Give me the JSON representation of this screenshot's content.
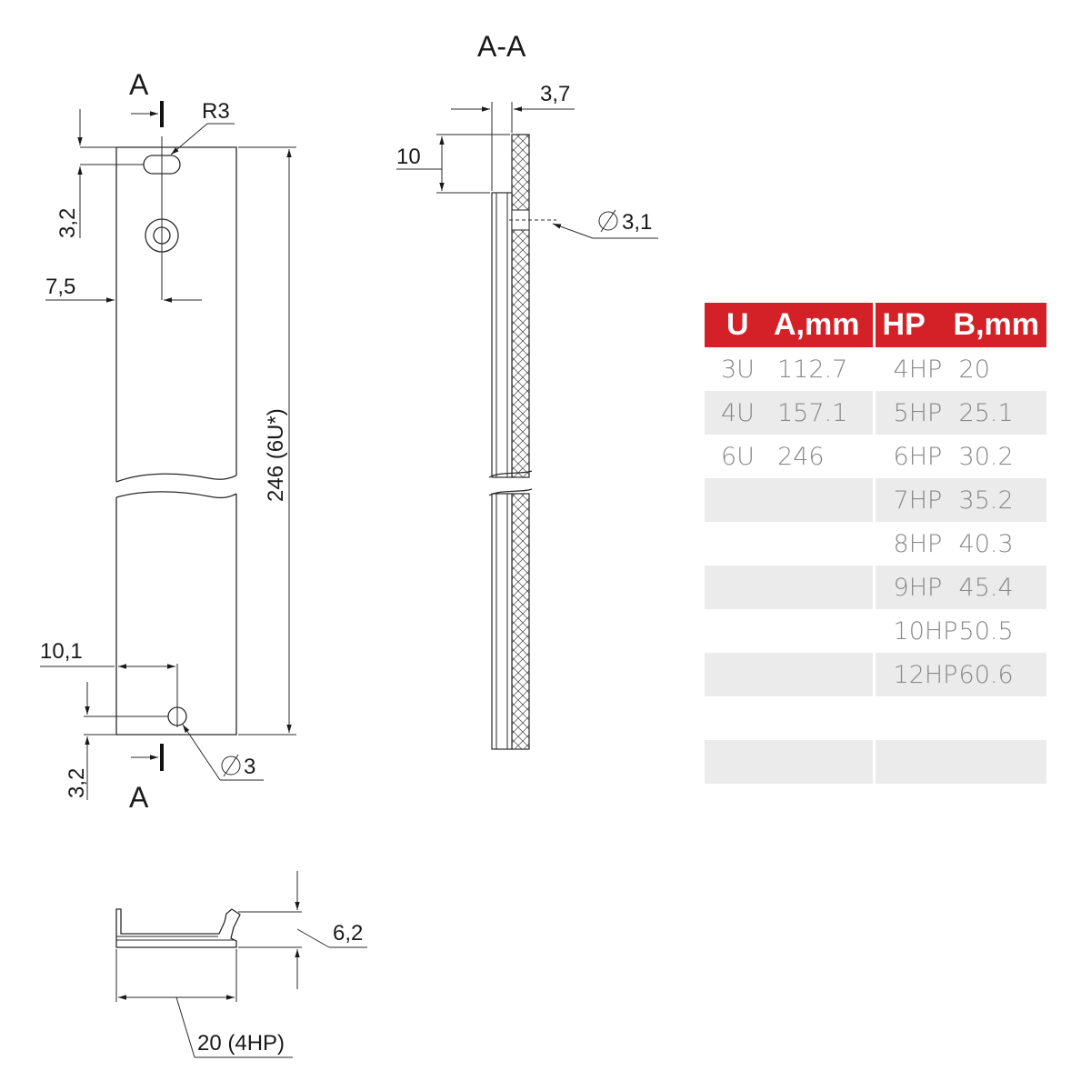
{
  "section_title": "A-A",
  "section_marks": {
    "top": "A",
    "bottom": "A"
  },
  "front_view": {
    "radius": "R3",
    "dim_top_offset": "3,2",
    "dim_hole_x": "7,5",
    "dim_height": "246 (6U*)",
    "dim_bottom_hole_x": "10,1",
    "dim_bottom_offset": "3,2",
    "dim_hole_diameter": "3"
  },
  "section_view": {
    "dim_thickness": "3,7",
    "dim_depth": "10",
    "dim_hole_diameter": "3,1"
  },
  "profile_view": {
    "dim_height": "6,2",
    "dim_width": "20 (4HP)"
  },
  "table": {
    "header_color": "#d42027",
    "headers": {
      "u": "U",
      "a": "A,mm",
      "hp": "HP",
      "b": "B,mm"
    },
    "rows": [
      {
        "u": "3U",
        "a": "112.7",
        "hp": "4HP",
        "b": "20"
      },
      {
        "u": "4U",
        "a": "157.1",
        "hp": "5HP",
        "b": "25.1"
      },
      {
        "u": "6U",
        "a": "246",
        "hp": "6HP",
        "b": "30.2"
      },
      {
        "u": "",
        "a": "",
        "hp": "7HP",
        "b": "35.2"
      },
      {
        "u": "",
        "a": "",
        "hp": "8HP",
        "b": "40.3"
      },
      {
        "u": "",
        "a": "",
        "hp": "9HP",
        "b": "45.4"
      },
      {
        "u": "",
        "a": "",
        "hp": "10HP",
        "b": "50.5"
      },
      {
        "u": "",
        "a": "",
        "hp": "12HP",
        "b": "60.6"
      },
      {
        "u": "",
        "a": "",
        "hp": "",
        "b": ""
      },
      {
        "u": "",
        "a": "",
        "hp": "",
        "b": ""
      }
    ]
  }
}
